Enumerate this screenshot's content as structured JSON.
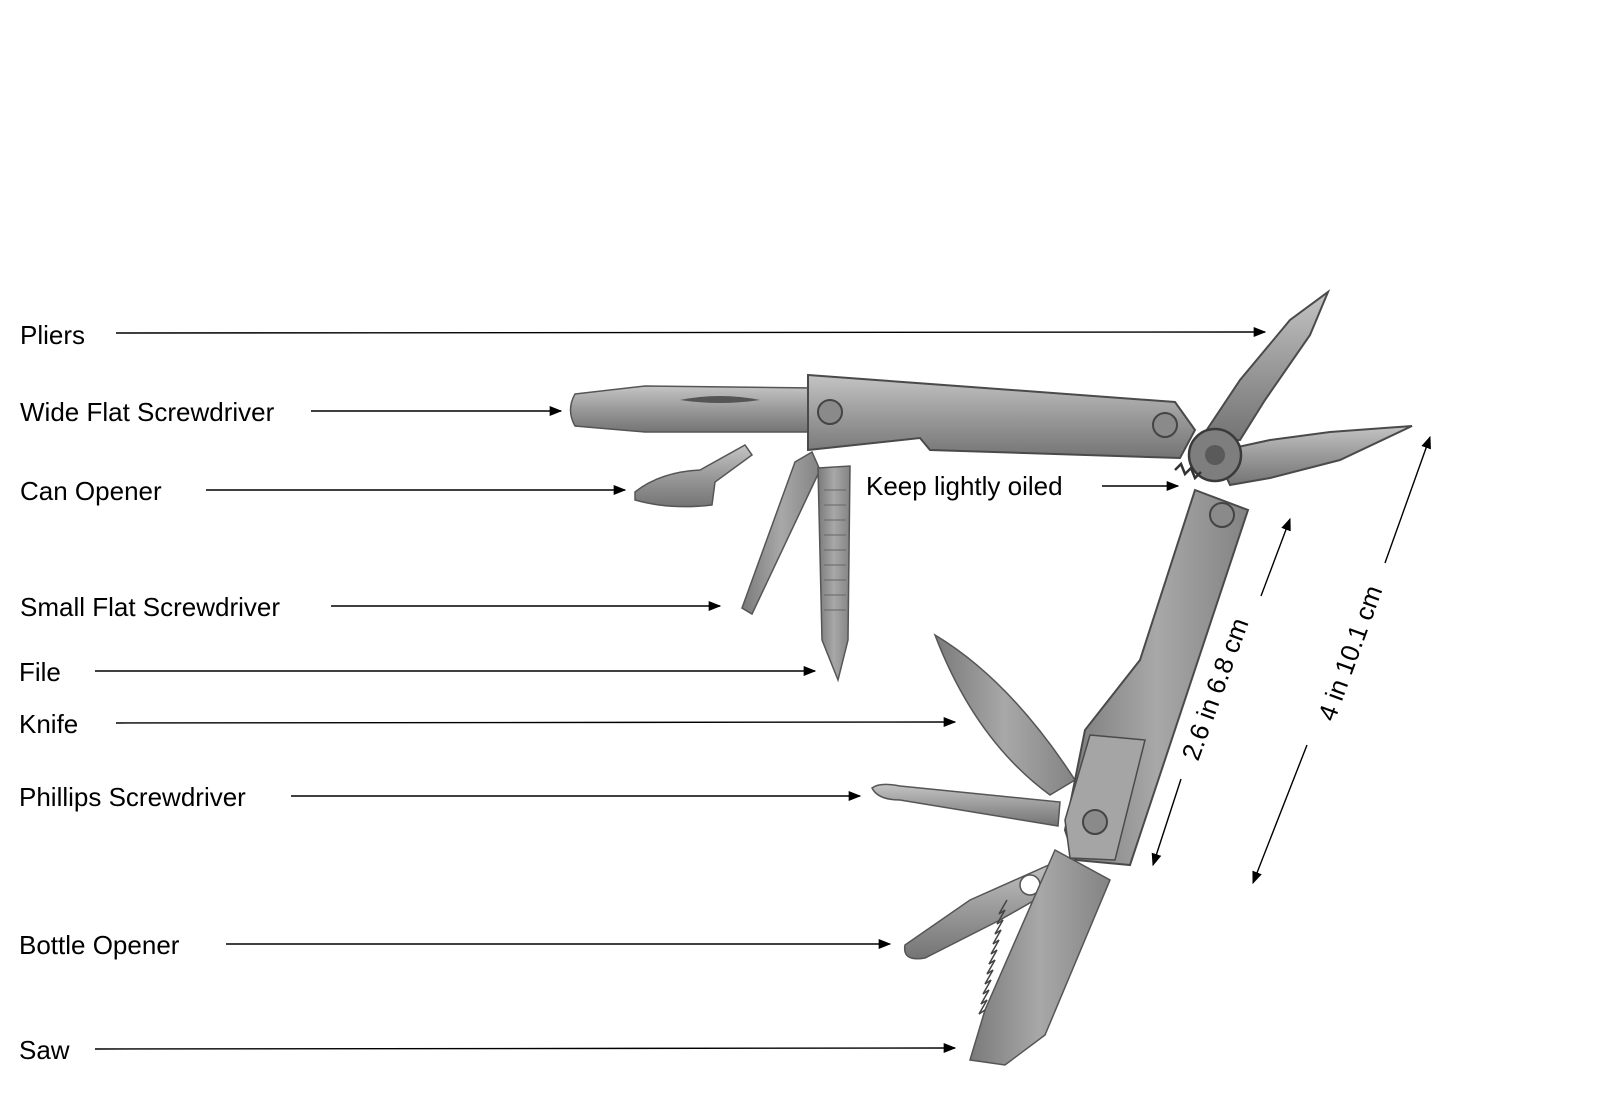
{
  "labels": {
    "pliers": "Pliers",
    "wide_flat_screwdriver": "Wide Flat Screwdriver",
    "can_opener": "Can Opener",
    "small_flat_screwdriver": "Small Flat Screwdriver",
    "file": "File",
    "knife": "Knife",
    "phillips_screwdriver": "Phillips Screwdriver",
    "bottle_opener": "Bottle Opener",
    "saw": "Saw",
    "keep_oiled": "Keep lightly oiled"
  },
  "dimensions": {
    "handle_length": "2.6 in 6.8 cm",
    "overall_length": "4 in 10.1 cm"
  },
  "colors": {
    "tool_metal": "#8e8e8e",
    "tool_dark": "#6a6a6a",
    "tool_light": "#b8b8b8",
    "line": "#000000"
  }
}
